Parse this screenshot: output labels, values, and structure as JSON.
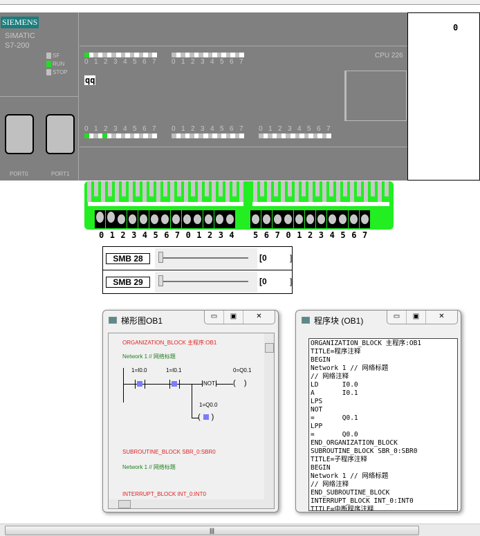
{
  "plc": {
    "brand": "SIEMENS",
    "family": "SIMATIC",
    "model": "S7-200",
    "status_leds": [
      {
        "label": "SF",
        "on": false
      },
      {
        "label": "RUN",
        "on": true
      },
      {
        "label": "STOP",
        "on": false
      }
    ],
    "cpu_label": "CPU 226",
    "display_text": "qq",
    "ports": [
      "PORT0",
      "PORT1"
    ],
    "input_groups": [
      [
        1,
        0,
        0,
        0,
        0,
        0,
        0,
        0
      ],
      [
        0,
        0,
        0,
        0,
        0,
        0,
        0,
        0
      ]
    ],
    "output_groups": [
      [
        1,
        0,
        1,
        0,
        0,
        0,
        0,
        0
      ],
      [
        0,
        0,
        0,
        0,
        0,
        0,
        0,
        0
      ],
      [
        0,
        0,
        0,
        0,
        0,
        0,
        0,
        0
      ]
    ],
    "bit_numbers": [
      "0",
      "1",
      "2",
      "3",
      "4",
      "5",
      "6",
      "7"
    ],
    "colors": {
      "on": "#22dd22",
      "body": "#808080",
      "strip": "#22ee22"
    }
  },
  "right_panel": {
    "value": "0"
  },
  "terminals": {
    "left_labels": [
      "0",
      "1",
      "2",
      "3",
      "4",
      "5",
      "6",
      "7",
      "0",
      "1",
      "2",
      "3",
      "4"
    ],
    "right_labels": [
      "5",
      "6",
      "7",
      "0",
      "1",
      "2",
      "3",
      "4",
      "5",
      "6",
      "7"
    ],
    "switched_on": [
      true,
      true,
      false,
      false,
      false,
      false,
      false,
      false,
      false,
      false,
      false,
      false,
      false
    ]
  },
  "smb": [
    {
      "label": "SMB 28",
      "value": "0",
      "slider_fraction": 0
    },
    {
      "label": "SMB 29",
      "value": "0",
      "slider_fraction": 0
    }
  ],
  "ladder_window": {
    "title": "梯形图OB1",
    "org_block": "ORGANIZATION_BLOCK 主程序:OB1",
    "network1": "Network 1 // 网络标题",
    "contact1": "1=I0.0",
    "contact2": "1=I0.1",
    "not_label": "NOT",
    "coil1": "0=Q0.1",
    "coil2": "1=Q0.0",
    "sub_block": "SUBROUTINE_BLOCK SBR_0:SBR0",
    "sub_network": "Network 1 // 网络标题",
    "int_block": "INTERRUPT_BLOCK INT_0:INT0"
  },
  "code_window": {
    "title": "程序块 (OB1)",
    "lines": [
      "ORGANIZATION_BLOCK 主程序:OB1",
      "TITLE=程序注释",
      "BEGIN",
      "Network 1 // 网络标题",
      "// 网络注释",
      "LD      I0.0",
      "A       I0.1",
      "LPS",
      "NOT",
      "=       Q0.1",
      "LPP",
      "=       Q0.0",
      "END_ORGANIZATION_BLOCK",
      "SUBROUTINE_BLOCK SBR_0:SBR0",
      "TITLE=子程序注释",
      "BEGIN",
      "Network 1 // 网络标题",
      "// 网络注释",
      "END_SUBROUTINE_BLOCK",
      "INTERRUPT_BLOCK INT_0:INT0",
      "TITLE=中断程序注释"
    ]
  },
  "window_buttons": {
    "minimize": "▭",
    "maximize": "▣",
    "close": "✕"
  },
  "scrollbar": {
    "grip": "|||"
  }
}
